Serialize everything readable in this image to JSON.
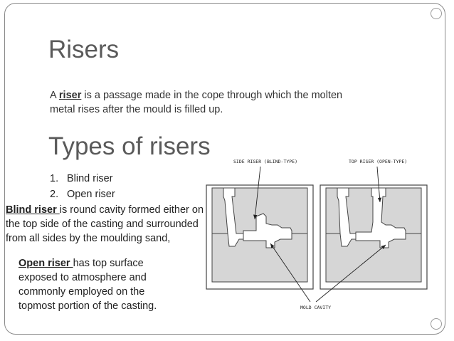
{
  "slide": {
    "title": "Risers",
    "intro": {
      "prefix": "A ",
      "term": "riser",
      "rest": " is a passage made in the cope through which the molten metal rises after the mould is filled up."
    },
    "subtitle": "Types of risers",
    "types": [
      {
        "num": "1.",
        "label": "Blind riser"
      },
      {
        "num": "2.",
        "label": "Open riser"
      }
    ],
    "blind_desc": {
      "term": "Blind riser ",
      "rest": "is round cavity formed either on the top side of the casting and surrounded from all sides by the moulding sand,"
    },
    "open_desc": {
      "term": "Open riser ",
      "rest": "has top surface exposed to atmosphere and commonly employed on the topmost portion of the casting."
    }
  },
  "figure": {
    "label_side": "SIDE RISER (BLIND-TYPE)",
    "label_top": "TOP RISER (OPEN-TYPE)",
    "label_cavity": "MOLD CAVITY",
    "mold_fill": "#d6d6d6",
    "line_color": "#444444"
  }
}
